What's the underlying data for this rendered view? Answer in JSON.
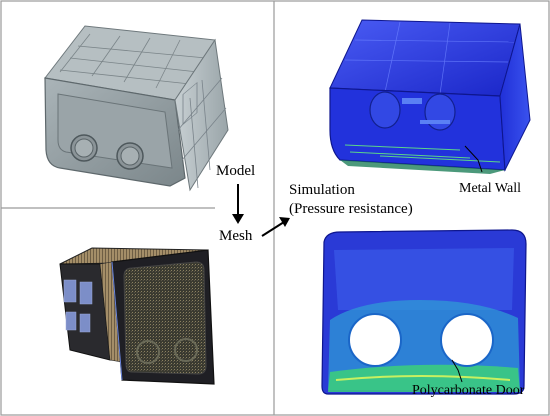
{
  "labels": {
    "model": "Model",
    "mesh": "Mesh",
    "simulation": "Simulation",
    "simulation_sub": "(Pressure resistance)",
    "metal_wall": "Metal Wall",
    "polycarbonate_door": "Polycarbonate Door"
  },
  "colors": {
    "model_gray": "#8c979b",
    "mesh_dark": "#2a2a2e",
    "mesh_tan": "#b8a27a",
    "sim_blue": "#1f2fd8",
    "sim_light_blue": "#3c6cf0",
    "sim_green": "#3cd07a"
  }
}
